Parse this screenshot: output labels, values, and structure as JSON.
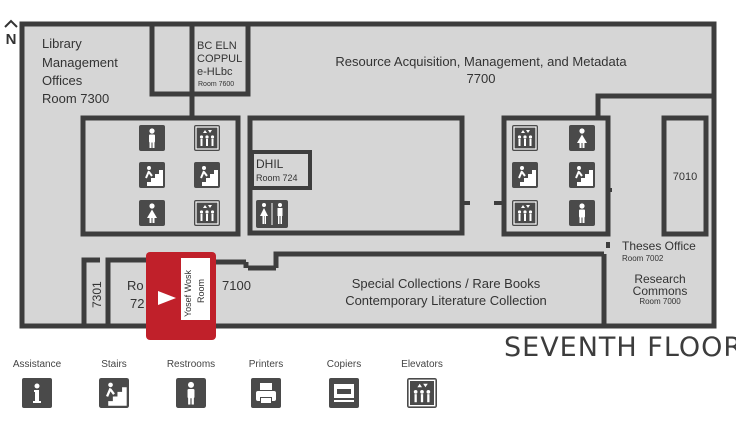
{
  "north": "N",
  "floor_title": "SEVENTH FLOOR",
  "rooms": {
    "library_mgmt": [
      "Library",
      "Management",
      "Offices",
      "Room 7300"
    ],
    "bc_eln": [
      "BC ELN",
      "COPPUL",
      "e-HLbc",
      "Room 7600"
    ],
    "resource": [
      "Resource Acquisition, Management, and Metadata",
      "7700"
    ],
    "dhil": [
      "DHIL",
      "Room 724"
    ],
    "r7010": "7010",
    "theses": [
      "Theses Office",
      "Room 7002"
    ],
    "research": [
      "Research",
      "Commons",
      "Room 7000"
    ],
    "special": [
      "Special Collections / Rare Books",
      "Contemporary Literature Collection"
    ],
    "r7100": "7100",
    "r7301": "7301",
    "ro72": [
      "Ro",
      "72"
    ],
    "yosef": [
      "Yosef Wosk",
      "Room"
    ]
  },
  "legend": [
    {
      "label": "Assistance",
      "icon": "info-icon"
    },
    {
      "label": "Stairs",
      "icon": "stairs-icon"
    },
    {
      "label": "Restrooms",
      "icon": "restroom-icon"
    },
    {
      "label": "Printers",
      "icon": "printer-icon"
    },
    {
      "label": "Copiers",
      "icon": "copier-icon"
    },
    {
      "label": "Elevators",
      "icon": "elevator-icon"
    }
  ],
  "colors": {
    "floor": "#d6d6d6",
    "wall": "#3d3d3d",
    "marker": "#c0202a",
    "icon": "#4a4a4a"
  }
}
